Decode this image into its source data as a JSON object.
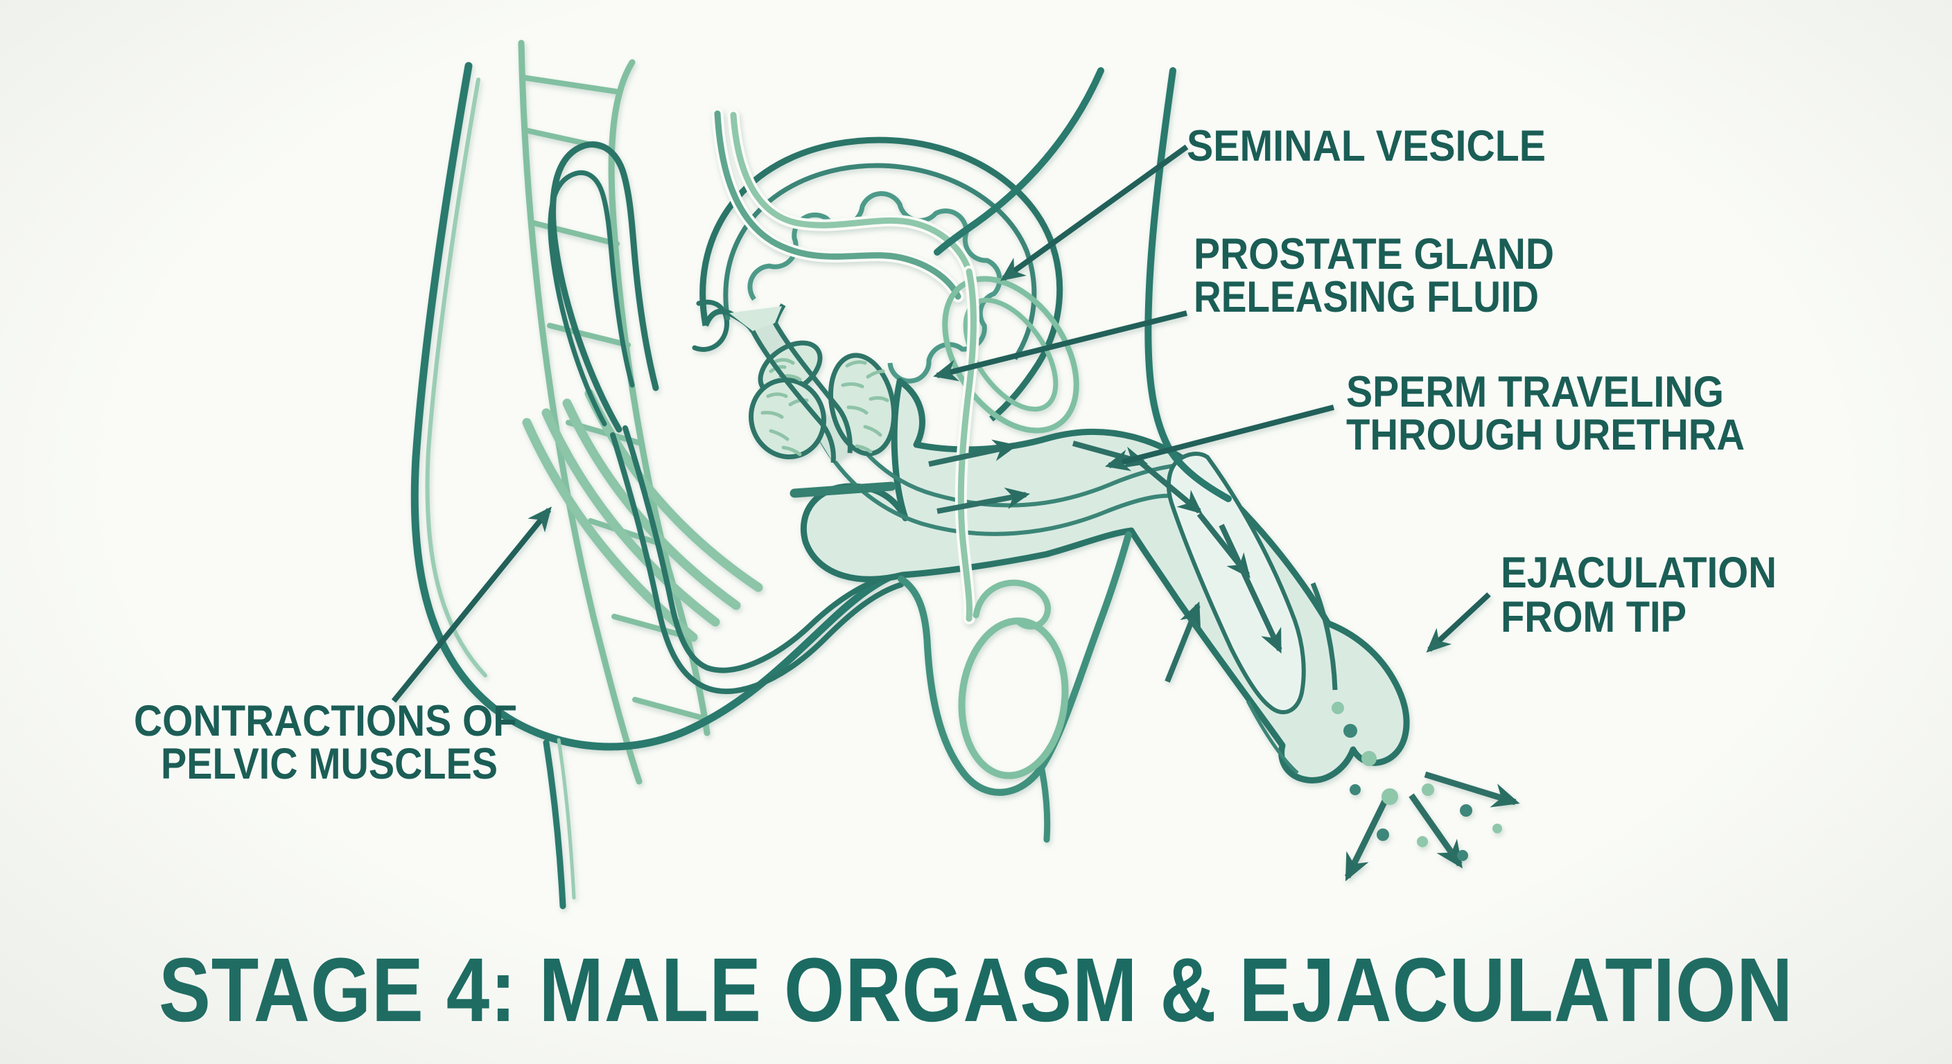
{
  "title": {
    "text": "STAGE 4: MALE ORGASM & EJACULATION"
  },
  "labels": {
    "seminal_vesicle": {
      "lines": [
        "SEMINAL VESICLE"
      ]
    },
    "prostate_gland": {
      "lines": [
        "PROSTATE GLAND",
        "RELEASING FLUID"
      ]
    },
    "sperm_urethra": {
      "lines": [
        "SPERM TRAVELING",
        "THROUGH URETHRA"
      ]
    },
    "ejaculation_tip": {
      "lines": [
        "EJACULATION",
        "FROM TIP"
      ]
    },
    "pelvic_contractions": {
      "lines": [
        "CONTRACTIONS OF",
        "PELVIC MUSCLES"
      ]
    }
  },
  "colors": {
    "background": "#fafbf7",
    "label_ink": "#1b5e56",
    "title_ink": "#1c6b62",
    "outline_dark_teal": "#2c7568",
    "outline_mid_teal": "#41907e",
    "light_green": "#86c3a6",
    "pale_fill": "#d9eae1",
    "prostate_fill": "#d5e9dd",
    "arrow_ink": "#2e6f66"
  }
}
